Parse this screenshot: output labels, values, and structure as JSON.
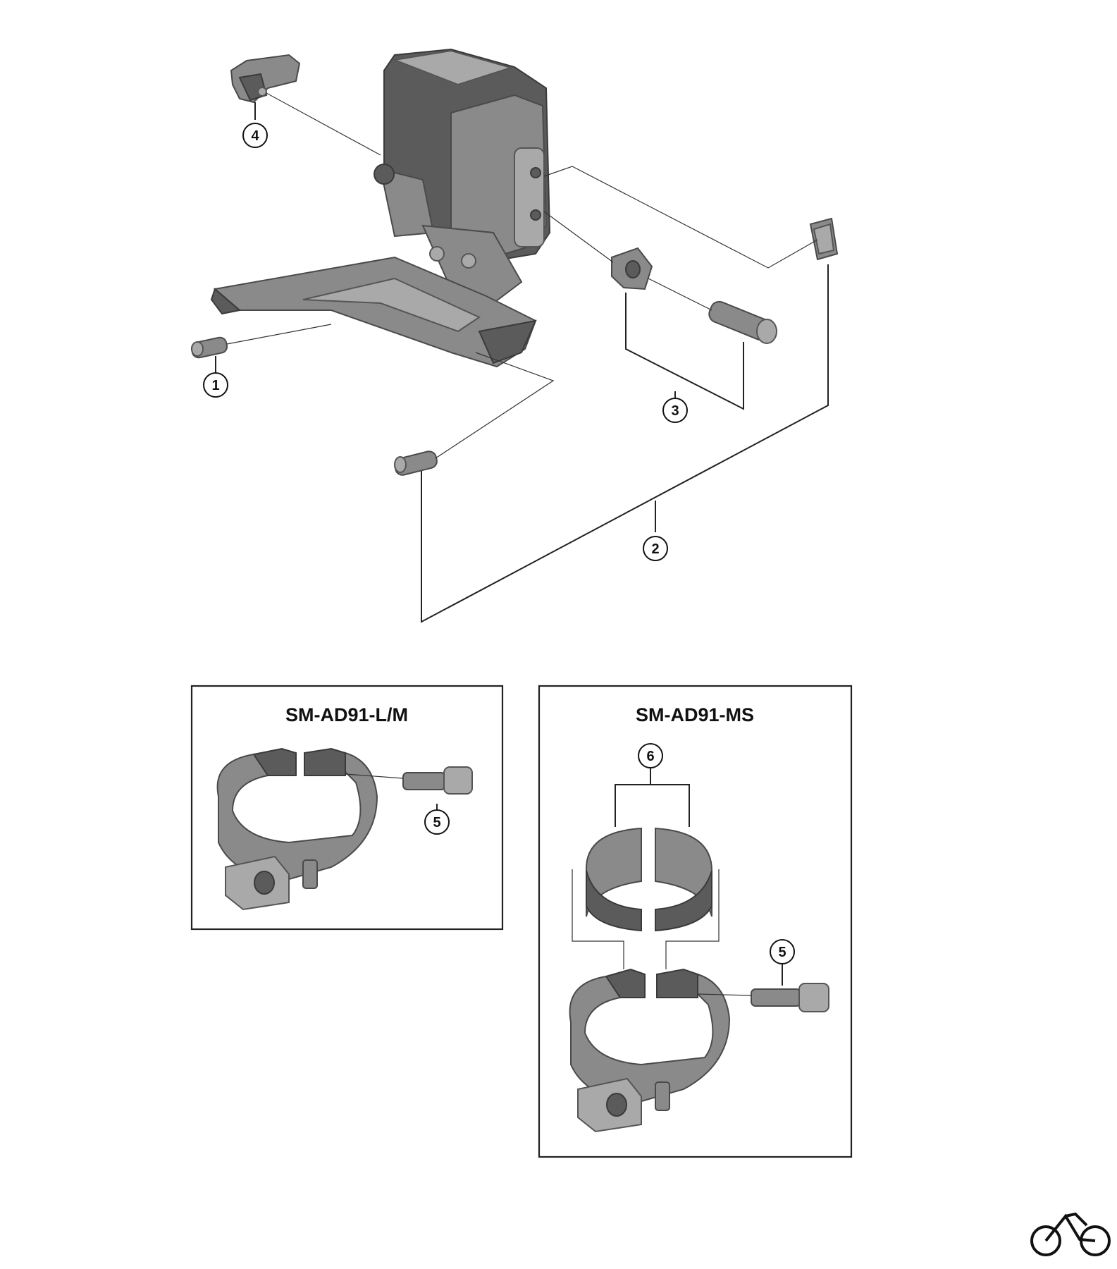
{
  "diagram": {
    "callouts": [
      "1",
      "2",
      "3",
      "4",
      "5",
      "6",
      "5"
    ],
    "boxes": [
      {
        "title": "SM-AD91-L/M"
      },
      {
        "title": "SM-AD91-MS"
      }
    ],
    "logo": "bicycle-icon"
  }
}
